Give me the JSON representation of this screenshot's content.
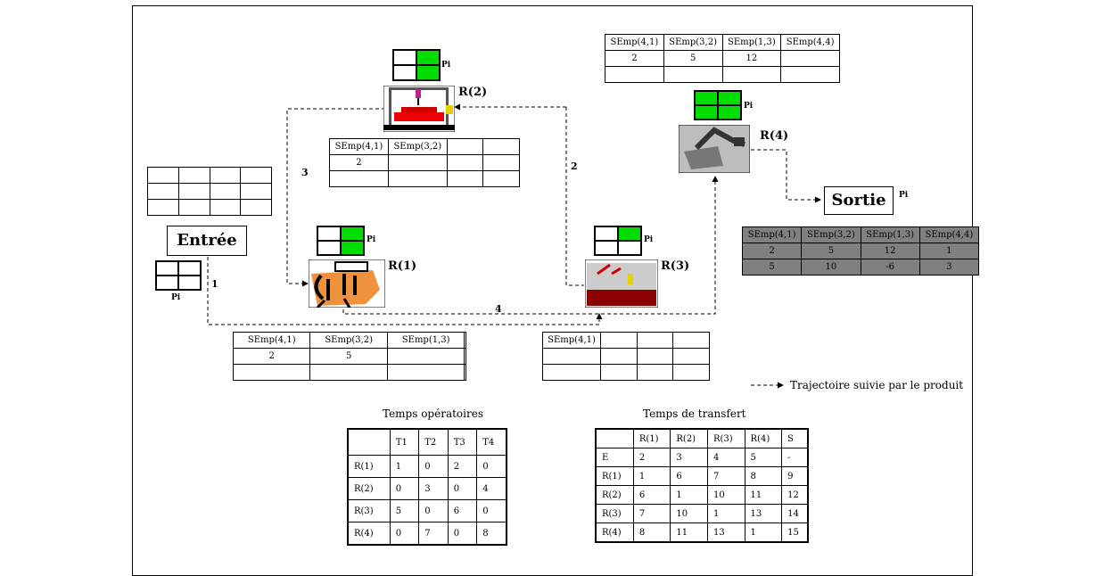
{
  "labels": {
    "r1": "R(1)",
    "r2": "R(2)",
    "r3": "R(3)",
    "r4": "R(4)",
    "pi": "Pi",
    "entree": "Entrée",
    "sortie": "Sortie",
    "p1": "1",
    "p2": "2",
    "p3": "3",
    "p4": "4",
    "legend": "Trajectoire suivie par le produit"
  },
  "semp_r2": [
    [
      "SEmp(4,1)",
      "SEmp(3,2)",
      "",
      ""
    ],
    [
      "2",
      "",
      "",
      ""
    ],
    [
      "",
      "",
      "",
      ""
    ]
  ],
  "semp_r4": [
    [
      "SEmp(4,1)",
      "SEmp(3,2)",
      "SEmp(1,3)",
      "SEmp(4,4)"
    ],
    [
      "2",
      "5",
      "12",
      ""
    ],
    [
      "",
      "",
      "",
      ""
    ]
  ],
  "semp_entry": [
    [
      "SEmp(4,1)",
      "SEmp(3,2)",
      "SEmp(1,3)",
      ""
    ],
    [
      "2",
      "5",
      "",
      ""
    ],
    [
      "",
      "",
      "",
      ""
    ]
  ],
  "semp_r3": [
    [
      "SEmp(4,1)",
      "",
      "",
      ""
    ],
    [
      "",
      "",
      "",
      ""
    ],
    [
      "",
      "",
      "",
      ""
    ]
  ],
  "semp_exit": [
    [
      "SEmp(4,1)",
      "SEmp(3,2)",
      "SEmp(1,3)",
      "SEmp(4,4)"
    ],
    [
      "2",
      "5",
      "12",
      "1"
    ],
    [
      "5",
      "10",
      "-6",
      "3"
    ]
  ],
  "op_title": "Temps opératoires",
  "op_table": [
    [
      "",
      "T1",
      "T2",
      "T3",
      "T4"
    ],
    [
      "R(1)",
      "1",
      "0",
      "2",
      "0"
    ],
    [
      "R(2)",
      "0",
      "3",
      "0",
      "4"
    ],
    [
      "R(3)",
      "5",
      "0",
      "6",
      "0"
    ],
    [
      "R(4)",
      "0",
      "7",
      "0",
      "8"
    ]
  ],
  "tr_title": "Temps de transfert",
  "tr_table": [
    [
      "",
      "R(1)",
      "R(2)",
      "R(3)",
      "R(4)",
      "S"
    ],
    [
      "E",
      "2",
      "3",
      "4",
      "5",
      "-"
    ],
    [
      "R(1)",
      "1",
      "6",
      "7",
      "8",
      "9"
    ],
    [
      "R(2)",
      "6",
      "1",
      "10",
      "11",
      "12"
    ],
    [
      "R(3)",
      "7",
      "10",
      "1",
      "13",
      "14"
    ],
    [
      "R(4)",
      "8",
      "11",
      "13",
      "1",
      "15"
    ]
  ],
  "colors": {
    "green": "#00dd00",
    "gray": "#808080"
  }
}
